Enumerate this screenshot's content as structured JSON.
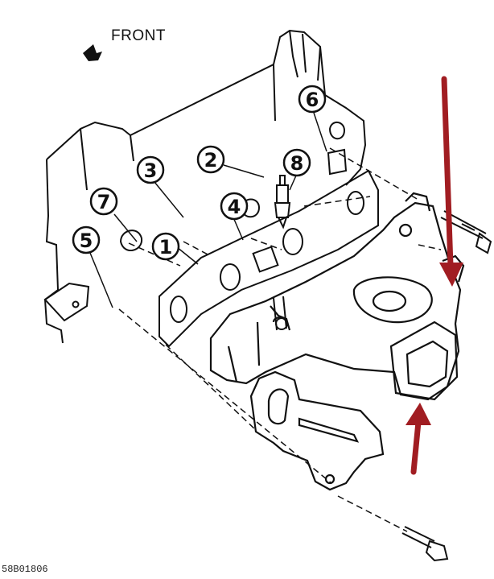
{
  "diagram": {
    "direction_label": "FRONT",
    "callouts": [
      "1",
      "2",
      "3",
      "4",
      "5",
      "6",
      "7",
      "8"
    ],
    "footer_code": "58B01806",
    "colors": {
      "line": "#111111",
      "arrow": "#a11d22",
      "background": "#ffffff"
    }
  }
}
